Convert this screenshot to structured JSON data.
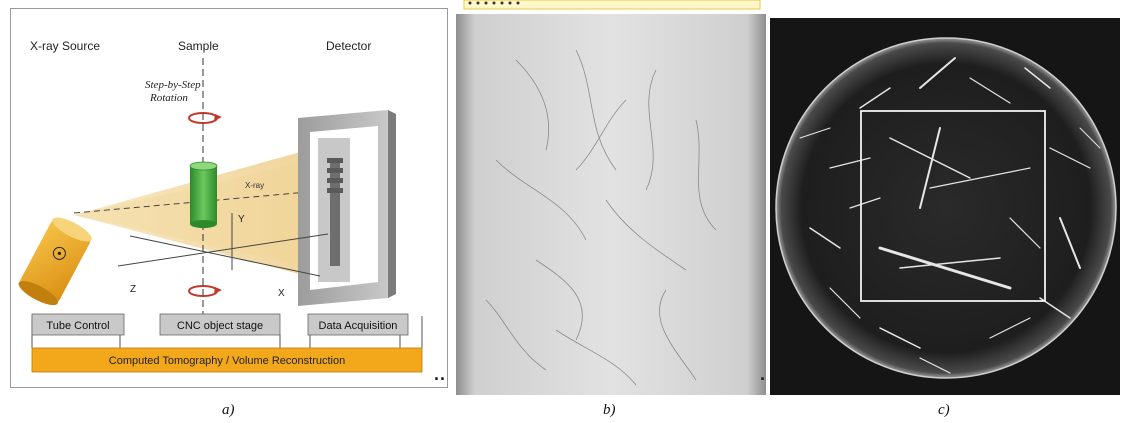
{
  "panel_a": {
    "labels": {
      "source": "X-ray Source",
      "sample": "Sample",
      "detector": "Detector",
      "rotation_line1": "Step-by-Step",
      "rotation_line2": "Rotation",
      "beam": "X-ray",
      "axis_y": "Y",
      "axis_z": "Z",
      "axis_x": "X"
    },
    "boxes": {
      "tube_control": "Tube Control",
      "cnc_stage": "CNC object stage",
      "data_acquisition": "Data Acquisition",
      "reconstruction": "Computed Tomography / Volume Reconstruction"
    },
    "colors": {
      "beam": "#f3d9a4",
      "source": "#e8a92a",
      "sample": "#3fa83a",
      "bar": "#f3a81b",
      "box": "#c9c9c9"
    }
  },
  "captions": {
    "a": "a)",
    "b": "b)",
    "c": "c)"
  },
  "separators": {
    "left": "..",
    "right": "."
  }
}
